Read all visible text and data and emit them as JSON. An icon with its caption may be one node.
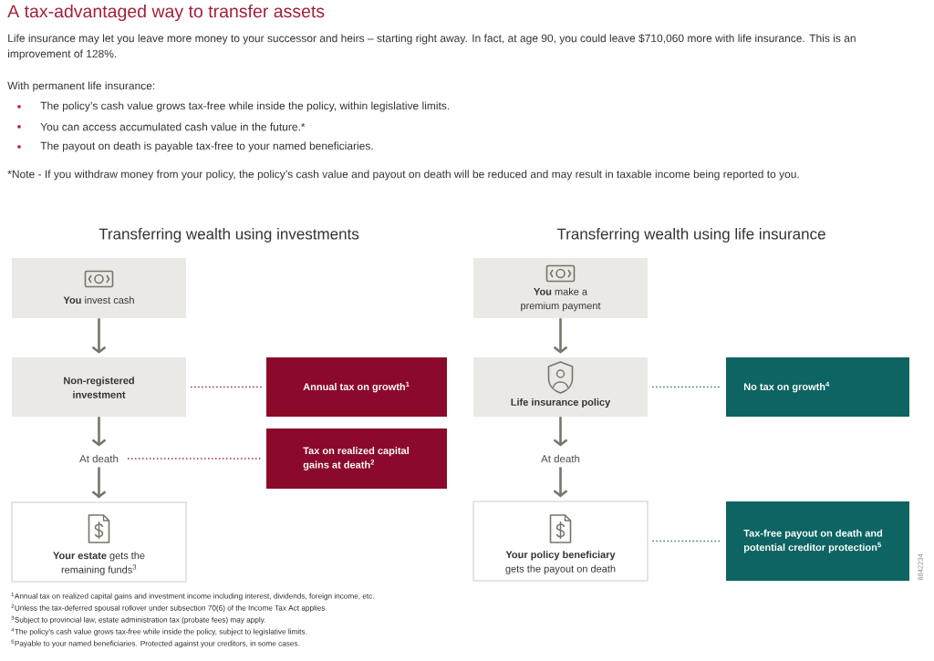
{
  "diagram": {
    "title": "A tax-advantaged way to transfer assets",
    "nodes": [
      {
        "text": [
          "**You** invest cash"
        ]
      },
      {
        "text": [
          "Non-registered investment"
        ]
      },
      {
        "text": [
          "At death"
        ]
      },
      {
        "text": [
          "**Your estate** gets the remaining funds$^{3}$"
        ]
      },
      {
        "text": [
          "Annual tax on growth$^{1}$"
        ]
      },
      {
        "text": [
          "Tax on realized capital gains at death$^{2}$"
        ]
      },
      {
        "text": [
          "**You** make a premium payment"
        ]
      },
      {
        "text": [
          "Life insurance policy"
        ]
      },
      {
        "text": [
          "At death"
        ]
      },
      {
        "text": [
          "**Your policy beneficiary** gets the payout on death"
        ]
      },
      {
        "text": [
          "No tax on growth$^{4}$"
        ]
      },
      {
        "text": [
          "Tax-free payout on death and potential creditor protection$^{5}$"
        ]
      }
    ],
    "edges": [
      {
        "from": 0,
        "to": 1,
        "arrow": "to"
      },
      {
        "from": 1,
        "to": 2,
        "arrow": "to"
      },
      {
        "from": 2,
        "to": 3,
        "arrow": "to"
      },
      {
        "from": 1,
        "to": 4,
        "arrow": "none",
        "style": "dashed",
        "color": "#8b0a2b"
      },
      {
        "from": 2,
        "to": 5,
        "arrow": "none",
        "style": "dashed",
        "color": "#8b0a2b"
      },
      {
        "from": 6,
        "to": 7,
        "arrow": "to"
      },
      {
        "from": 7,
        "to": 8,
        "arrow": "to"
      },
      {
        "from": 8,
        "to": 9,
        "arrow": "to"
      },
      {
        "from": 7,
        "to": 10,
        "arrow": "none",
        "style": "dashed",
        "color": "#0d6462"
      },
      {
        "from": 9,
        "to": 11,
        "arrow": "none",
        "style": "dashed",
        "color": "#0d6462"
      }
    ],
    "labels": [
      "Life insurance may let you leave more money to your successor and heirs – starting right away. In fact, at age 90, you could leave $710,060 more with life insurance. This is an improvement of 128%.",
      "With permanent life insurance:",
      "The policy’s cash value grows tax-free while inside the policy, within legislative limits.",
      "You can access accumulated cash value in the future.*",
      "The payout on death is payable tax-free to your named beneficiaries.",
      "*Note - If you withdraw money from your policy, the policy’s cash value and payout on death will be reduced and may result in taxable income being reported to you.",
      "Transferring wealth using investments",
      "Transferring wealth using life insurance",
      "$^{1}$Annual tax on realized capital gains and investment income including interest, dividends, foreign income, etc.",
      "$^{2}$Unless the tax-deferred spousal rollover under subsection 70(6) of the Income Tax Act applies.",
      "$^{3}$Subject to provincial law, estate administration tax (probate fees) may apply.",
      "$^{4}$The policy’s cash value grows tax-free while inside the policy, subject to legislative limits.",
      "$^{5}$Payable to your named beneficiaries. Protected against your creditors, in some cases.",
      "8842234"
    ]
  }
}
